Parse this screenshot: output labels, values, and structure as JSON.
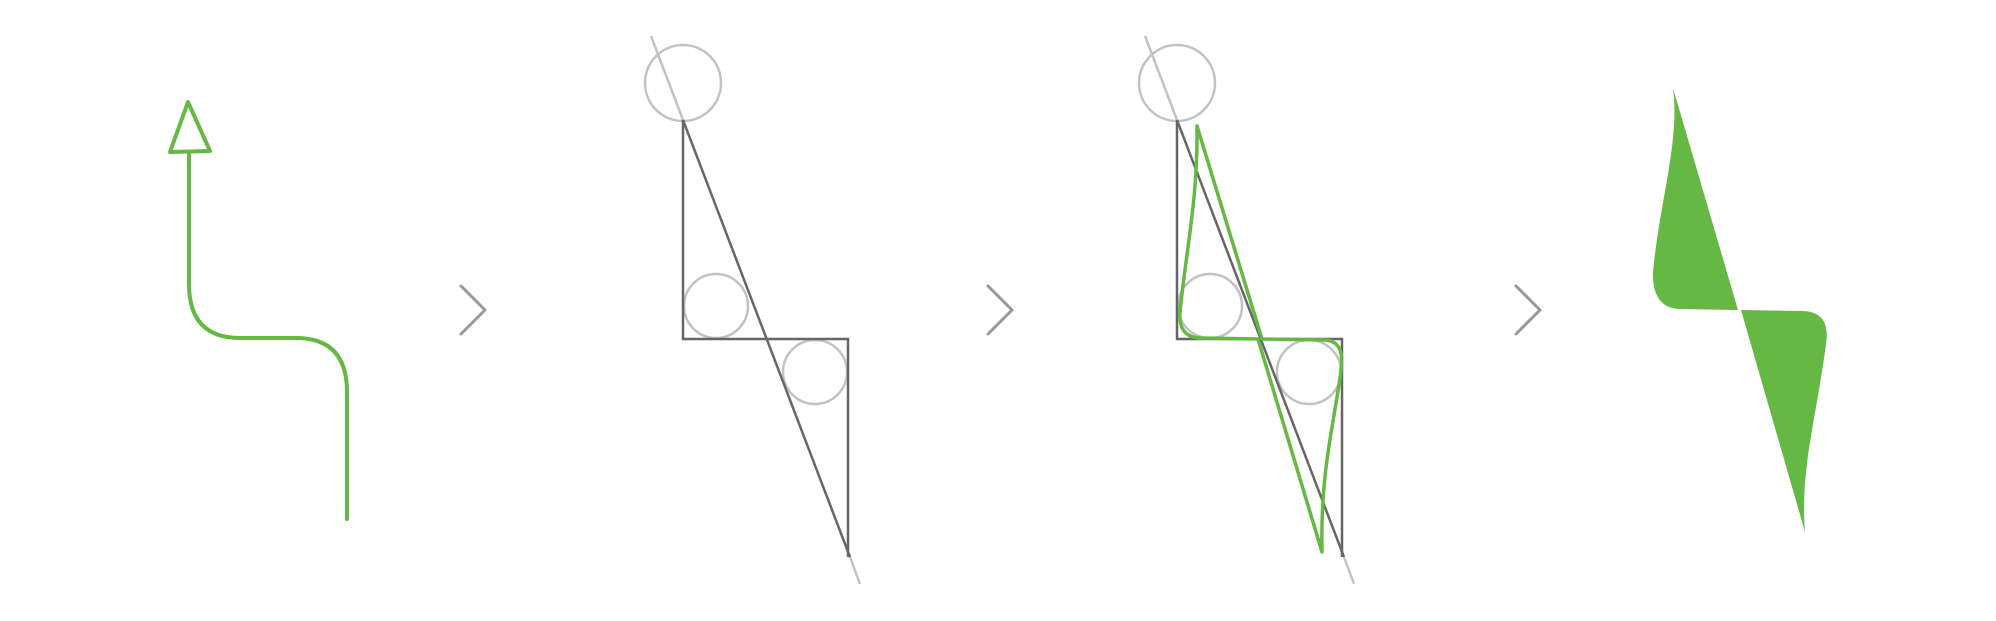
{
  "colors": {
    "background": "#ffffff",
    "accent_green": "#66b845",
    "construction_dark": "#666666",
    "construction_light": "#c2c2c2",
    "arrow_gray": "#999999"
  },
  "steps": [
    {
      "id": "step-1-arrow-path",
      "icon": "turn-up-arrow-icon"
    },
    {
      "id": "step-2-construction-grid",
      "icon": "construction-lines-icon"
    },
    {
      "id": "step-3-construction-with-outline",
      "icon": "bolt-outline-icon"
    },
    {
      "id": "step-4-filled-logo",
      "icon": "bolt-logo-icon"
    }
  ],
  "separators": [
    {
      "icon": "chevron-right-icon"
    },
    {
      "icon": "chevron-right-icon"
    },
    {
      "icon": "chevron-right-icon"
    }
  ]
}
